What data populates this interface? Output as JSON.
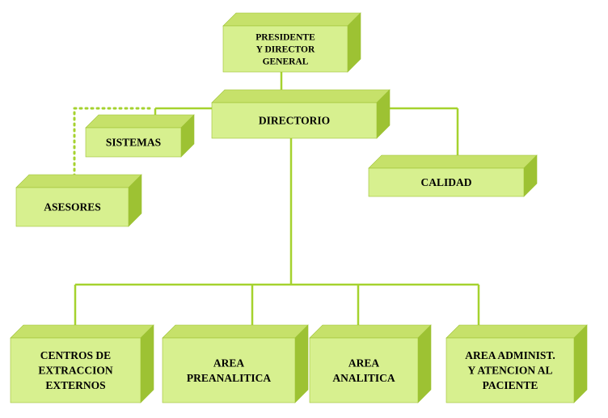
{
  "colors": {
    "front": "#d7f08f",
    "top": "#c6e16a",
    "side": "#9dc233",
    "line": "#a5d22e"
  },
  "nodes": {
    "president": {
      "lines": [
        "PRESIDENTE",
        "Y DIRECTOR",
        "GENERAL"
      ]
    },
    "directorio": {
      "lines": [
        "DIRECTORIO"
      ]
    },
    "sistemas": {
      "lines": [
        "SISTEMAS"
      ]
    },
    "asesores": {
      "lines": [
        "ASESORES"
      ]
    },
    "calidad": {
      "lines": [
        "CALIDAD"
      ]
    },
    "centros": {
      "lines": [
        "CENTROS DE",
        "EXTRACCION",
        "EXTERNOS"
      ]
    },
    "preanalitica": {
      "lines": [
        "AREA",
        "PREANALITICA"
      ]
    },
    "analitica": {
      "lines": [
        "AREA",
        "ANALITICA"
      ]
    },
    "administ": {
      "lines": [
        "AREA ADMINIST.",
        "Y ATENCION AL",
        "PACIENTE"
      ]
    }
  }
}
